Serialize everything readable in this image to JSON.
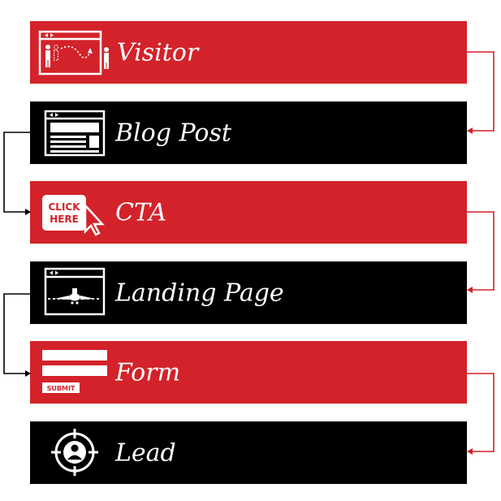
{
  "flow": {
    "steps": [
      {
        "label": "Visitor",
        "icon": "visitor-browser-icon",
        "color": "#d3222a"
      },
      {
        "label": "Blog Post",
        "icon": "blog-post-icon",
        "color": "#000000"
      },
      {
        "label": "CTA",
        "icon": "click-here-icon",
        "color": "#d3222a"
      },
      {
        "label": "Landing Page",
        "icon": "landing-page-icon",
        "color": "#000000"
      },
      {
        "label": "Form",
        "icon": "form-icon",
        "color": "#d3222a"
      },
      {
        "label": "Lead",
        "icon": "lead-target-icon",
        "color": "#000000"
      }
    ],
    "click_here_line1": "CLICK",
    "click_here_line2": "HERE",
    "submit_label": "SUBMIT"
  }
}
